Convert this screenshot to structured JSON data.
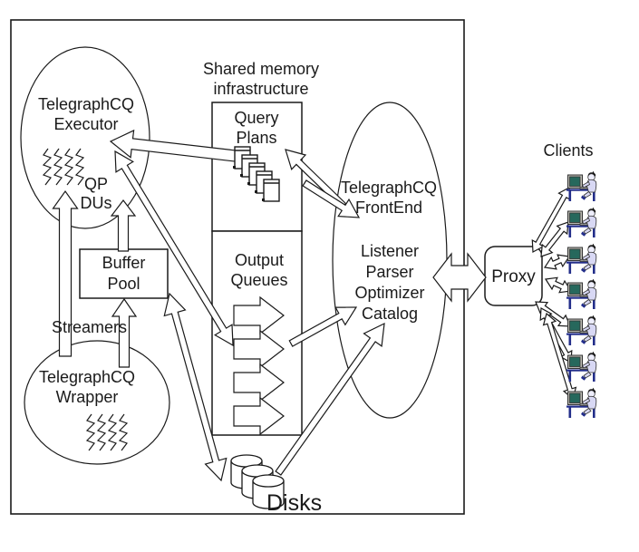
{
  "labels": {
    "shared_memory": {
      "lines": [
        "Shared memory",
        "infrastructure"
      ]
    },
    "executor": {
      "lines": [
        "TelegraphCQ",
        "Executor"
      ]
    },
    "qp_dus": {
      "lines": [
        "QP",
        "DUs"
      ]
    },
    "query_plans": {
      "lines": [
        "Query",
        "Plans"
      ]
    },
    "output_queues": {
      "lines": [
        "Output",
        "Queues"
      ]
    },
    "frontend": {
      "lines": [
        "TelegraphCQ",
        "FrontEnd"
      ]
    },
    "frontend_components": {
      "lines": [
        "Listener",
        "Parser",
        "Optimizer",
        "Catalog"
      ]
    },
    "buffer_pool": {
      "lines": [
        "Buffer",
        "Pool"
      ]
    },
    "streamers": {
      "text": "Streamers"
    },
    "wrapper": {
      "lines": [
        "TelegraphCQ",
        "Wrapper"
      ]
    },
    "disks": {
      "text": "Disks"
    },
    "proxy": {
      "text": "Proxy"
    },
    "clients": {
      "text": "Clients"
    }
  },
  "clients": {
    "count": 7
  },
  "colors": {
    "stroke": "#1a1a1a",
    "background": "#ffffff",
    "client_screen": "#26685c",
    "client_monitor": "#b9b9b1",
    "client_keyboard": "#9a9a94",
    "client_person": "#d8d8f4",
    "client_head": "#eeeefc",
    "client_accent": "#232e8a",
    "client_hair": "#111111"
  },
  "edges": [
    {
      "from": "query-plans",
      "to": "executor",
      "double": false
    },
    {
      "from": "executor",
      "to": "output-queues",
      "double": true
    },
    {
      "from": "buffer-pool",
      "to": "disks",
      "double": true
    },
    {
      "from": "wrapper",
      "to": "executor",
      "double": false
    },
    {
      "from": "wrapper",
      "to": "buffer-pool",
      "double": false
    },
    {
      "from": "buffer-pool",
      "to": "executor",
      "double": false
    },
    {
      "from": "frontend",
      "to": "query-plans",
      "double": false
    },
    {
      "from": "query-plans",
      "to": "frontend",
      "double": false
    },
    {
      "from": "output-queues",
      "to": "frontend",
      "double": false
    },
    {
      "from": "disks",
      "to": "frontend",
      "double": false
    },
    {
      "from": "frontend",
      "to": "proxy",
      "double": true
    },
    {
      "from": "proxy",
      "to": "client-1",
      "double": true
    },
    {
      "from": "proxy",
      "to": "client-2",
      "double": true
    },
    {
      "from": "proxy",
      "to": "client-3",
      "double": true
    },
    {
      "from": "proxy",
      "to": "client-4",
      "double": true
    },
    {
      "from": "proxy",
      "to": "client-5",
      "double": true
    },
    {
      "from": "proxy",
      "to": "client-6",
      "double": true
    },
    {
      "from": "proxy",
      "to": "client-7",
      "double": true
    }
  ]
}
